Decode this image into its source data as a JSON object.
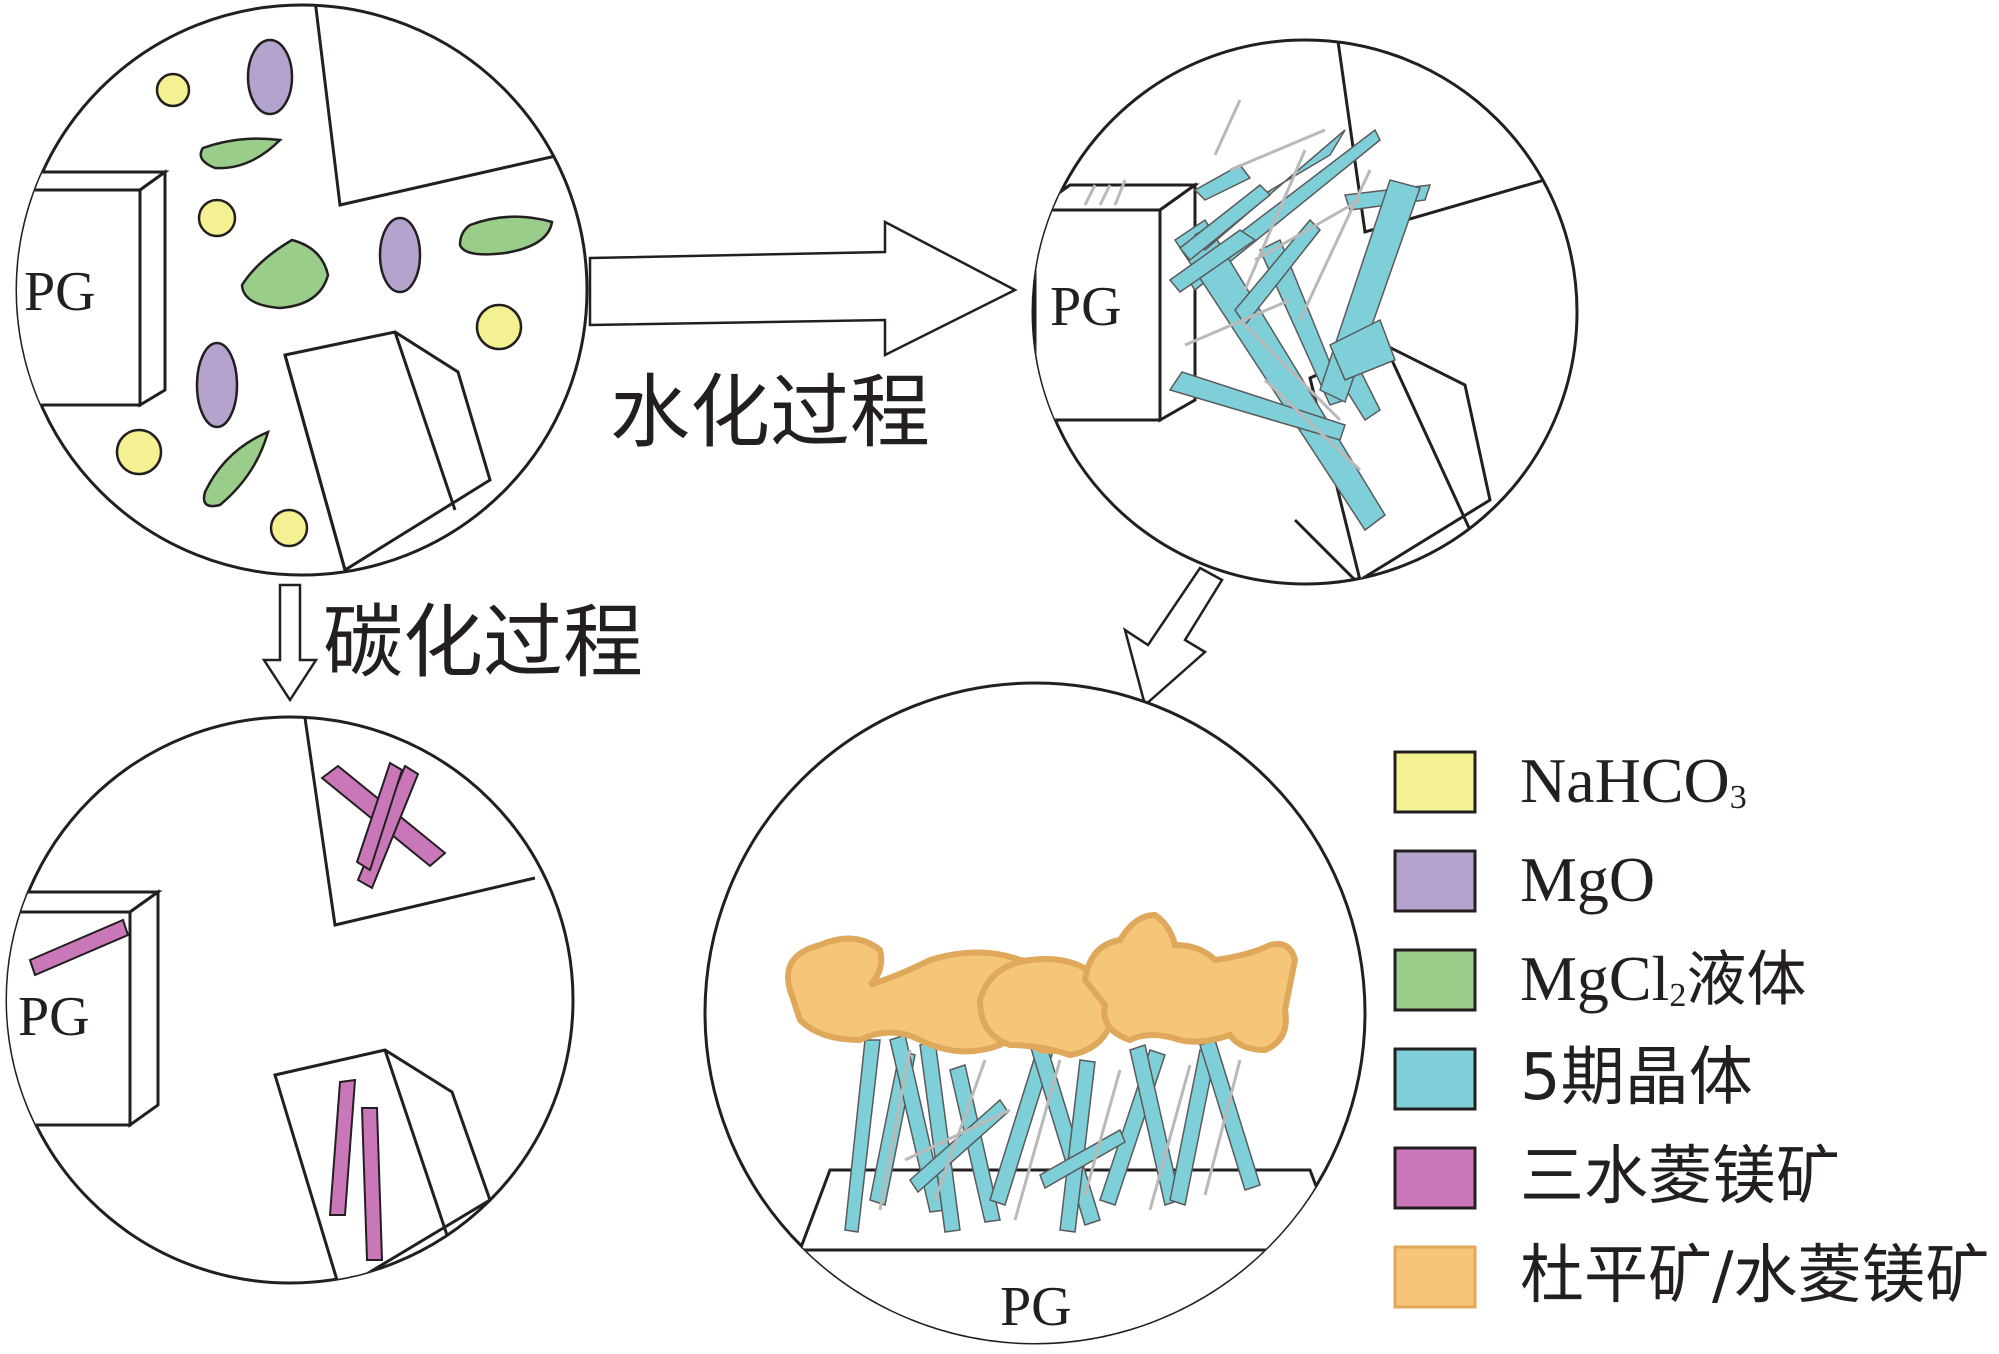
{
  "labels": {
    "pg": "PG",
    "hydration": "水化过程",
    "carbonation": "碳化过程"
  },
  "legend": [
    {
      "key": "nahco3",
      "text": "NaHCO",
      "sub": "3",
      "suffix": "",
      "color": "#f4f193"
    },
    {
      "key": "mgo",
      "text": "MgO",
      "sub": "",
      "suffix": "",
      "color": "#b3a3cd"
    },
    {
      "key": "mgcl2",
      "text": "MgCl",
      "sub": "2",
      "suffix": "液体",
      "color": "#9bcd8a"
    },
    {
      "key": "phase5",
      "text": "5期晶体",
      "sub": "",
      "suffix": "",
      "color": "#7fcfd9"
    },
    {
      "key": "nesquehonite",
      "text": "三水菱镁矿",
      "sub": "",
      "suffix": "",
      "color": "#c977b8"
    },
    {
      "key": "dypingite",
      "text": "杜平矿/水菱镁矿",
      "sub": "",
      "suffix": "",
      "color": "#f5c677"
    }
  ],
  "colors": {
    "outline": "#231f20",
    "needle_gray": "#b9b9b9",
    "yellow": "#f4f193",
    "purple": "#b3a3cd",
    "green": "#9bcd8a",
    "cyan": "#7fcfd9",
    "magenta": "#c977b8",
    "orange": "#f5c677",
    "orange_edge": "#dfa85a"
  }
}
